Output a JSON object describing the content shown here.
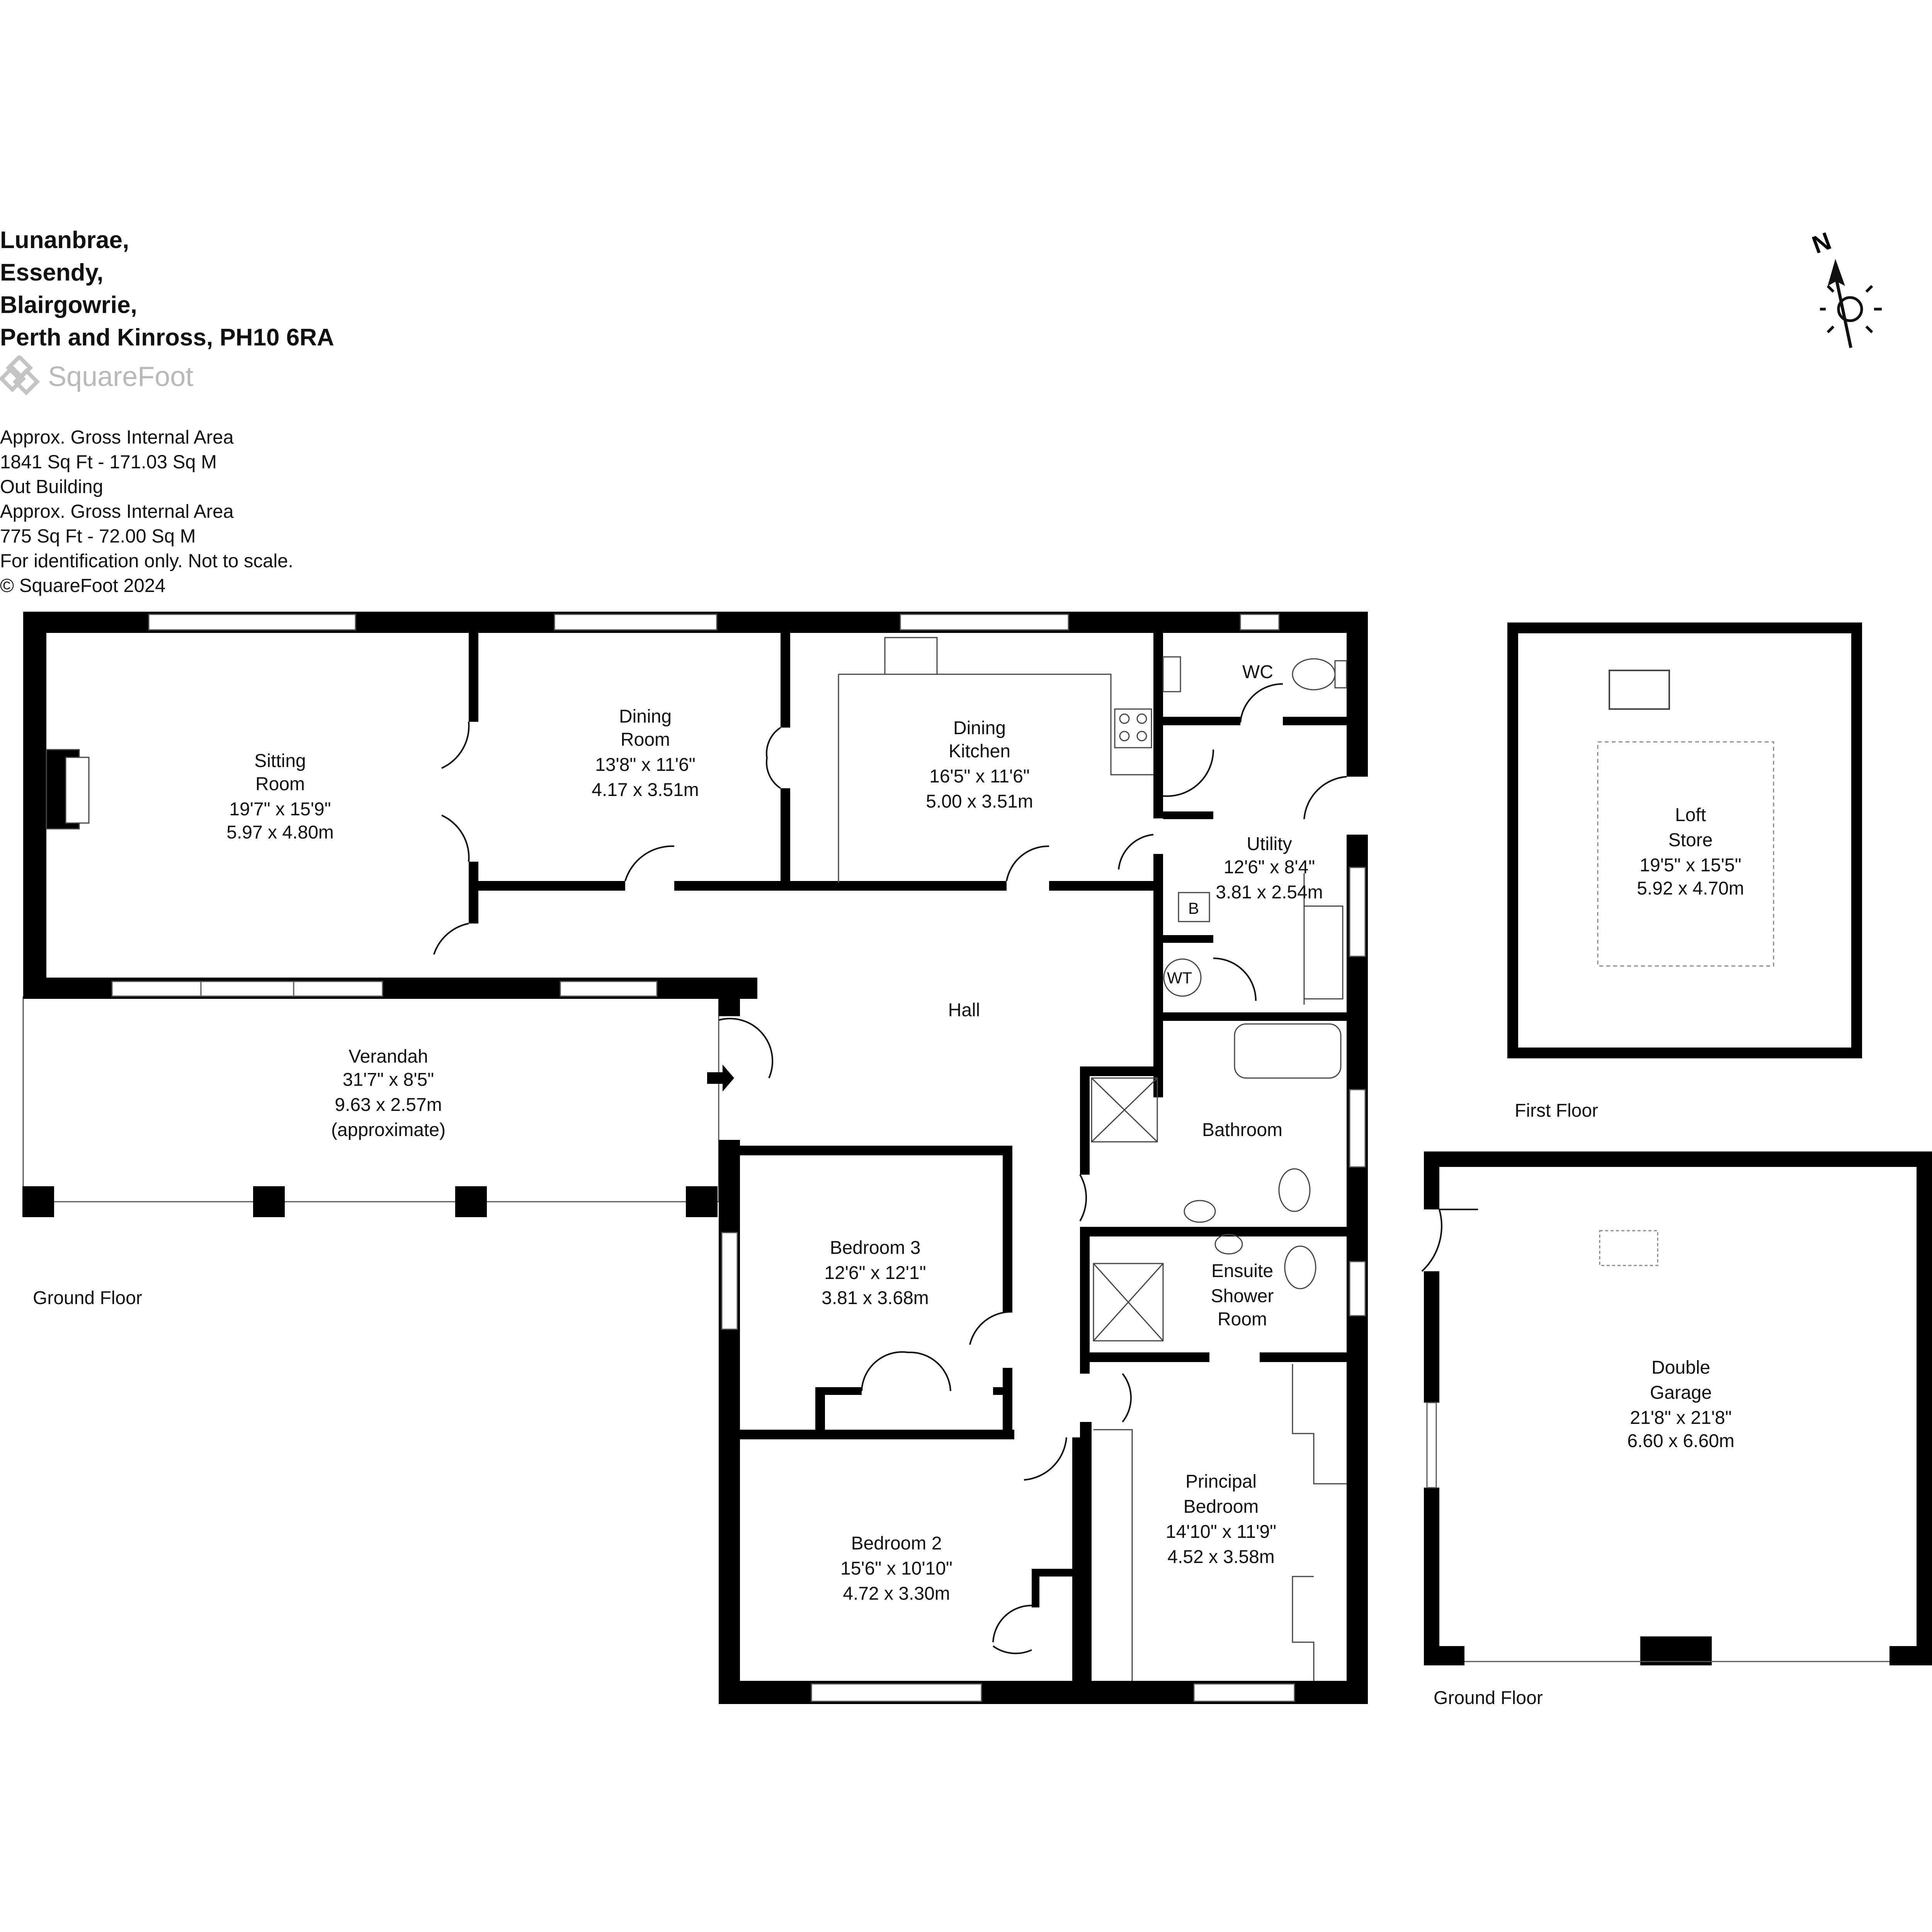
{
  "address": [
    "Lunanbrae,",
    "Essendy,",
    "Blairgowrie,",
    "Perth and Kinross, PH10 6RA"
  ],
  "logo": {
    "text": "SquareFoot"
  },
  "area_notes": [
    "Approx. Gross Internal Area",
    "1841 Sq Ft  -  171.03 Sq M",
    "Out Building",
    "Approx. Gross Internal Area",
    "775 Sq Ft  -  72.00 Sq M",
    "For identification only. Not to scale.",
    "© SquareFoot 2024"
  ],
  "compass": {
    "label": "N",
    "icon": "north-arrow-sun-icon"
  },
  "floor_labels": {
    "ground_main": "Ground Floor",
    "first_outbuilding": "First Floor",
    "ground_outbuilding": "Ground Floor"
  },
  "rooms": {
    "sitting_room": [
      "Sitting",
      "Room",
      "19'7\" x 15'9\"",
      "5.97 x 4.80m"
    ],
    "dining_room": [
      "Dining",
      "Room",
      "13'8\" x 11'6\"",
      "4.17 x 3.51m"
    ],
    "dining_kitchen": [
      "Dining",
      "Kitchen",
      "16'5\" x 11'6\"",
      "5.00 x 3.51m"
    ],
    "wc": [
      "WC"
    ],
    "utility": [
      "Utility",
      "12'6\" x 8'4\"",
      "3.81 x 2.54m"
    ],
    "hall": [
      "Hall"
    ],
    "verandah": [
      "Verandah",
      "31'7\" x 8'5\"",
      "9.63 x 2.57m",
      "(approximate)"
    ],
    "bathroom": [
      "Bathroom"
    ],
    "ensuite": [
      "Ensuite",
      "Shower",
      "Room"
    ],
    "bedroom_3": [
      "Bedroom 3",
      "12'6\" x 12'1\"",
      "3.81 x 3.68m"
    ],
    "bedroom_2": [
      "Bedroom 2",
      "15'6\" x 10'10\"",
      "4.72 x 3.30m"
    ],
    "principal_bedroom": [
      "Principal",
      "Bedroom",
      "14'10\" x 11'9\"",
      "4.52 x 3.58m"
    ],
    "loft_store": [
      "Loft",
      "Store",
      "19'5\" x 15'5\"",
      "5.92 x 4.70m"
    ],
    "double_garage": [
      "Double",
      "Garage",
      "21'8\" x 21'8\"",
      "6.60 x 6.60m"
    ]
  },
  "fixtures": {
    "boiler": "B",
    "water_tank": "WT"
  }
}
